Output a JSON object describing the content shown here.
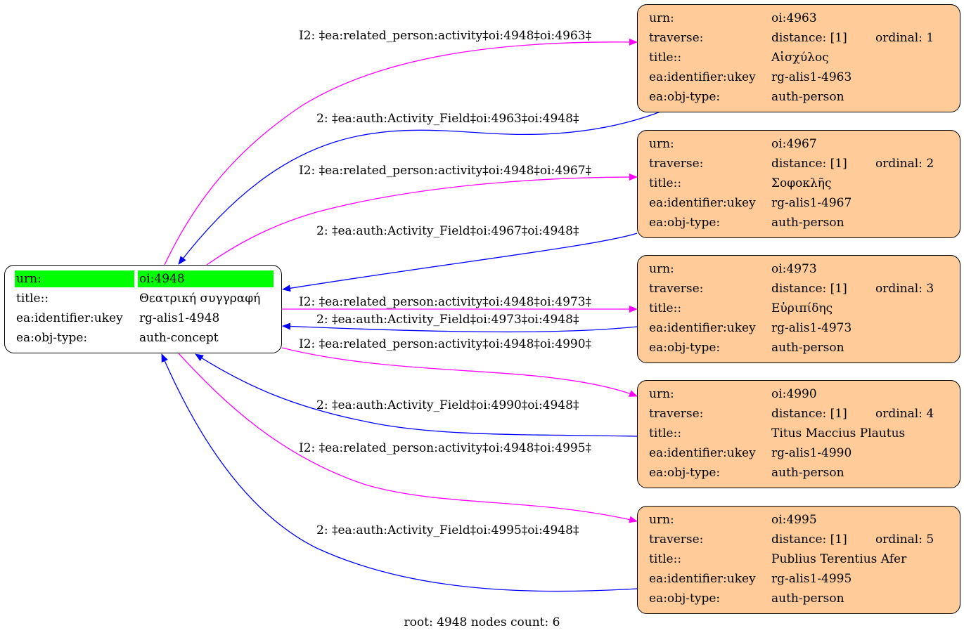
{
  "root": {
    "urn_key": "urn:",
    "urn": "oi:4948",
    "title_key": "title::",
    "title": "Θεατρική συγγραφή",
    "ukey_key": "ea:identifier:ukey",
    "ukey": "rg-alis1-4948",
    "type_key": "ea:obj-type:",
    "type": "auth-concept"
  },
  "keys": {
    "urn": "urn:",
    "traverse": "traverse:",
    "title": "title::",
    "ukey": "ea:identifier:ukey",
    "type": "ea:obj-type:"
  },
  "persons": [
    {
      "urn": "oi:4963",
      "distance": "distance: [1]",
      "ordinal": "ordinal: 1",
      "title": "Αἰσχύλος",
      "ukey": "rg-alis1-4963",
      "type": "auth-person"
    },
    {
      "urn": "oi:4967",
      "distance": "distance: [1]",
      "ordinal": "ordinal: 2",
      "title": "Σοφοκλῆς",
      "ukey": "rg-alis1-4967",
      "type": "auth-person"
    },
    {
      "urn": "oi:4973",
      "distance": "distance: [1]",
      "ordinal": "ordinal: 3",
      "title": "Εὐριπίδης",
      "ukey": "rg-alis1-4973",
      "type": "auth-person"
    },
    {
      "urn": "oi:4990",
      "distance": "distance: [1]",
      "ordinal": "ordinal: 4",
      "title": "Titus Maccius Plautus",
      "ukey": "rg-alis1-4990",
      "type": "auth-person"
    },
    {
      "urn": "oi:4995",
      "distance": "distance: [1]",
      "ordinal": "ordinal: 5",
      "title": "Publius Terentius Afer",
      "ukey": "rg-alis1-4995",
      "type": "auth-person"
    }
  ],
  "edges": {
    "out": [
      "I2: ‡ea:related_person:activity‡oi:4948‡oi:4963‡",
      "I2: ‡ea:related_person:activity‡oi:4948‡oi:4967‡",
      "I2: ‡ea:related_person:activity‡oi:4948‡oi:4973‡",
      "I2: ‡ea:related_person:activity‡oi:4948‡oi:4990‡",
      "I2: ‡ea:related_person:activity‡oi:4948‡oi:4995‡"
    ],
    "back": [
      "2: ‡ea:auth:Activity_Field‡oi:4963‡oi:4948‡",
      "2: ‡ea:auth:Activity_Field‡oi:4967‡oi:4948‡",
      "2: ‡ea:auth:Activity_Field‡oi:4973‡oi:4948‡",
      "2: ‡ea:auth:Activity_Field‡oi:4990‡oi:4948‡",
      "2: ‡ea:auth:Activity_Field‡oi:4995‡oi:4948‡"
    ]
  },
  "colors": {
    "out_edge": "#ff00ff",
    "back_edge": "#0000ff",
    "person_fill": "#ffcc99",
    "root_highlight": "#00ff00"
  },
  "footer": "root: 4948 nodes count: 6"
}
